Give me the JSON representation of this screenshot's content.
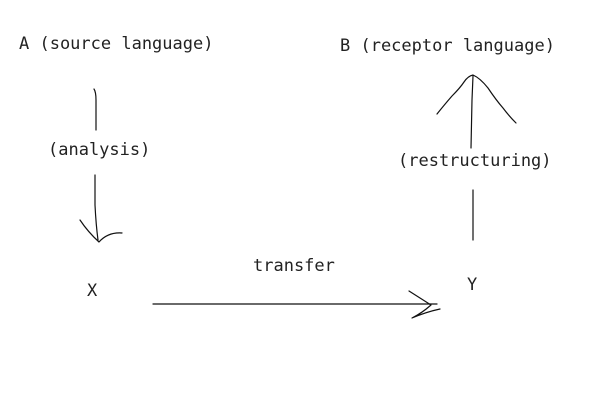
{
  "diagram": {
    "node_a": "A (source language)",
    "node_b": "B (receptor language)",
    "node_x": "X",
    "node_y": "Y",
    "edge_analysis": "(analysis)",
    "edge_transfer": "transfer",
    "edge_restructuring": "(restructuring)"
  }
}
